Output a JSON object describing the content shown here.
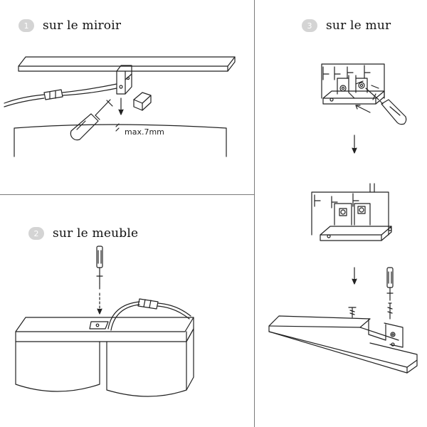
{
  "steps": [
    {
      "number": "1",
      "title": "sur le miroir"
    },
    {
      "number": "2",
      "title": "sur le meuble"
    },
    {
      "number": "3",
      "title": "sur le mur"
    }
  ],
  "annotations": {
    "max_gap": "max.7mm"
  },
  "colors": {
    "line": "#222222",
    "divider": "#7a7a7a",
    "badge": "#d4d4d4"
  }
}
